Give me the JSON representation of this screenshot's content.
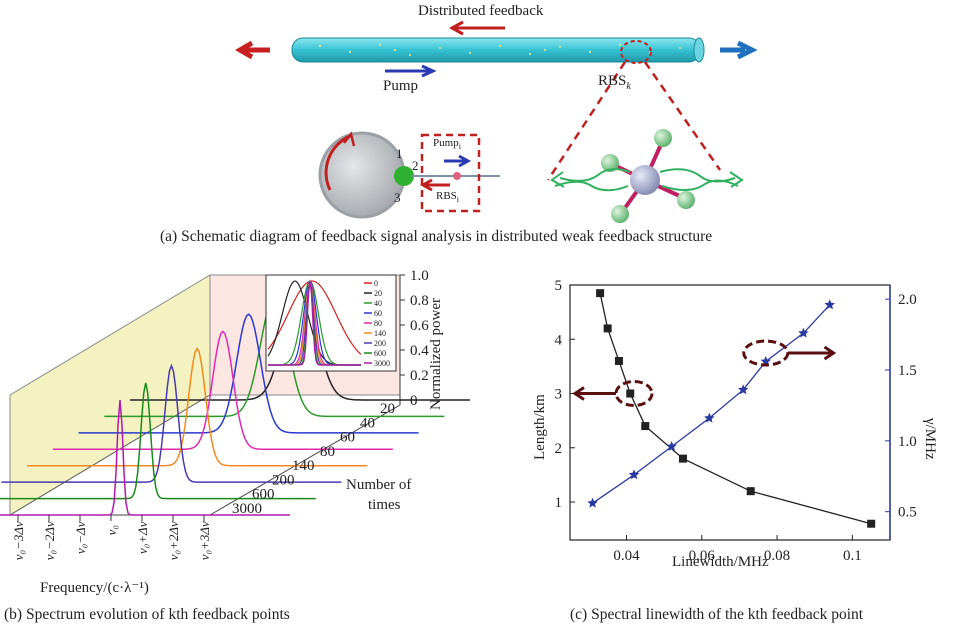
{
  "panel_a": {
    "caption": "(a) Schematic diagram of feedback signal analysis in distributed weak feedback structure",
    "distributed_feedback_label": "Distributed feedback",
    "pump_label": "Pump",
    "rbs_k_label": "RBS",
    "rbs_k_sub": "k",
    "pump_i_label": "Pump",
    "pump_i_sub": "i",
    "rbs_i_label": "RBS",
    "rbs_i_sub": "i",
    "port_1": "1",
    "port_2": "2",
    "port_3": "3"
  },
  "panel_b": {
    "caption": "(b) Spectrum evolution of kth feedback points",
    "zlabel": "Normalized power",
    "depth_label_line1": "Number of",
    "depth_label_line2": "times",
    "xlabel": "Frequency/(c·λ⁻¹)",
    "x_ticks": [
      "ν₀−3Δν",
      "ν₀−2Δν",
      "ν₀−Δν",
      "ν₀",
      "ν₀+Δν",
      "ν₀+2Δν",
      "ν₀+3Δν"
    ],
    "depth_ticks": [
      "20",
      "40",
      "60",
      "80",
      "140",
      "200",
      "600",
      "3000"
    ],
    "z_ticks": [
      "0",
      "0.2",
      "0.4",
      "0.6",
      "0.8",
      "1.0"
    ],
    "legend": [
      {
        "label": "0",
        "color": "#d62020"
      },
      {
        "label": "20",
        "color": "#222222"
      },
      {
        "label": "40",
        "color": "#2a9a2a"
      },
      {
        "label": "60",
        "color": "#2a3ad0"
      },
      {
        "label": "80",
        "color": "#e02ab0"
      },
      {
        "label": "140",
        "color": "#f08a20"
      },
      {
        "label": "200",
        "color": "#4a3ab0"
      },
      {
        "label": "600",
        "color": "#1a8a1a"
      },
      {
        "label": "3000",
        "color": "#b01ab0"
      }
    ]
  },
  "chart_data": {
    "type": "line",
    "title": "(c) Spectral linewidth of the kth feedback point",
    "xlabel": "Linewidth/MHz",
    "ylabel": "Length/km",
    "y2label": "γ/MHz",
    "xlim": [
      0.025,
      0.11
    ],
    "ylim": [
      0.3,
      5
    ],
    "y2lim": [
      0.3,
      2.1
    ],
    "x_ticks": [
      "0.04",
      "0.06",
      "0.08",
      "0.1"
    ],
    "y_ticks": [
      "1",
      "2",
      "3",
      "4",
      "5"
    ],
    "y2_ticks": [
      "0.5",
      "1.0",
      "1.5",
      "2.0"
    ],
    "grid": false,
    "series": [
      {
        "color": "#222222",
        "marker": "square",
        "axis": "left",
        "x": [
          0.033,
          0.035,
          0.038,
          0.041,
          0.045,
          0.055,
          0.073,
          0.105
        ],
        "y": [
          4.85,
          4.2,
          3.6,
          3.0,
          2.4,
          1.8,
          1.2,
          0.6
        ]
      },
      {
        "color": "#2a3aa0",
        "marker": "star",
        "axis": "right",
        "x": [
          0.031,
          0.042,
          0.052,
          0.062,
          0.071,
          0.077,
          0.087,
          0.094
        ],
        "y": [
          0.56,
          0.76,
          0.96,
          1.16,
          1.36,
          1.56,
          1.76,
          1.96
        ]
      }
    ]
  },
  "panel_c": {
    "caption": "(c) Spectral linewidth of the kth feedback point"
  }
}
